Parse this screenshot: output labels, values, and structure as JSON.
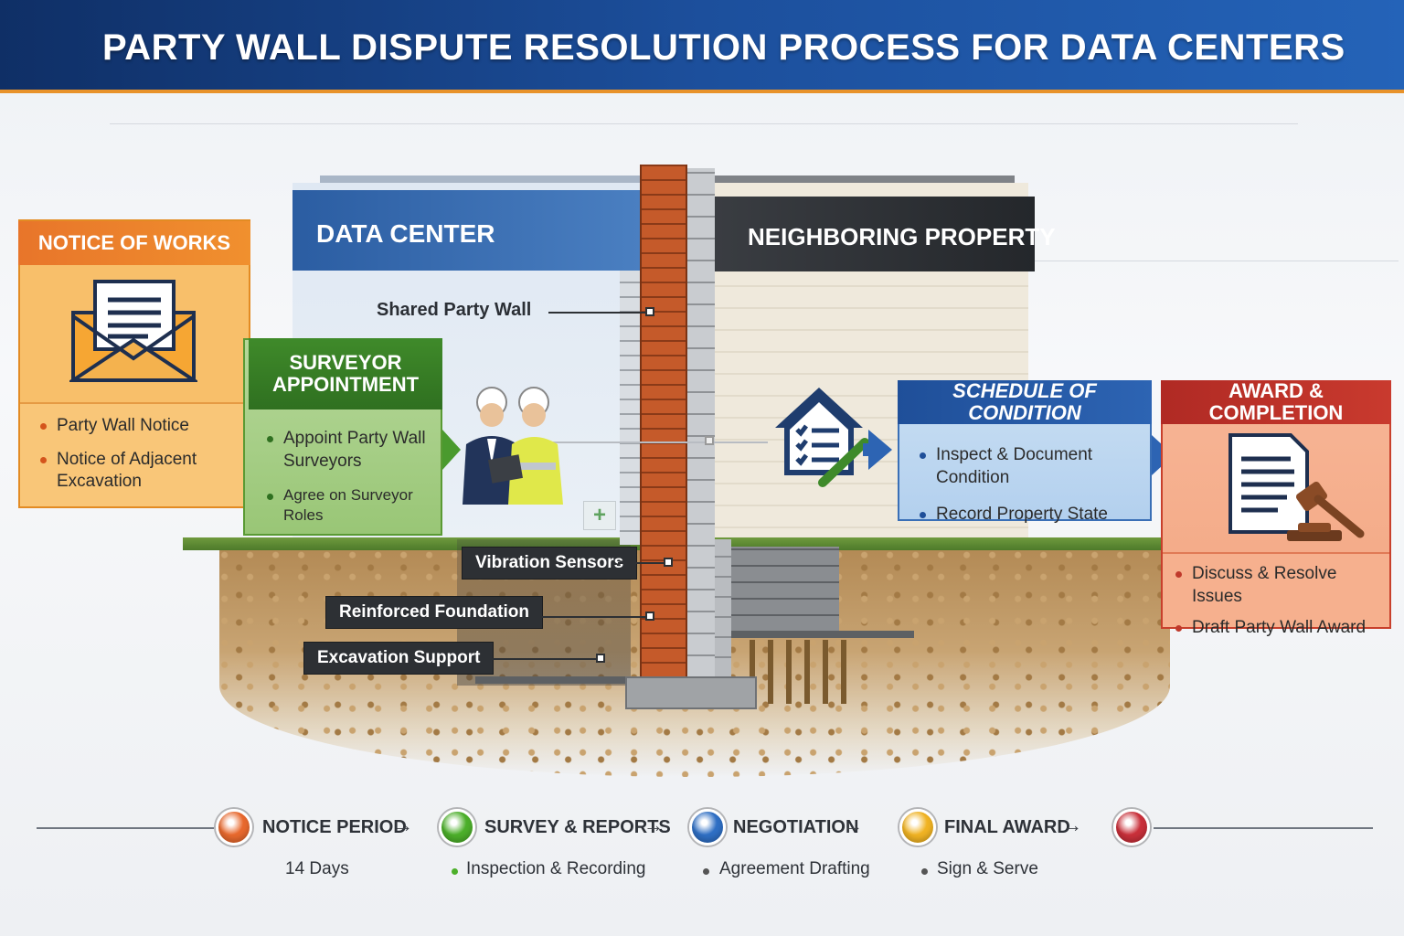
{
  "header": {
    "title": "PARTY WALL DISPUTE RESOLUTION PROCESS FOR DATA CENTERS"
  },
  "buildings": {
    "data_center": "DATA CENTER",
    "neighboring": "NEIGHBORING PROPERTY",
    "shared_wall": "Shared Party Wall"
  },
  "foundation_labels": {
    "vibration": "Vibration Sensors",
    "reinforced": "Reinforced Foundation",
    "excavation": "Excavation Support"
  },
  "notice_of_works": {
    "title": "NOTICE OF WORKS",
    "items": [
      "Party Wall Notice",
      "Notice of Adjacent Excavation"
    ]
  },
  "surveyor_appointment": {
    "title": "SURVEYOR APPOINTMENT",
    "items": [
      "Appoint Party Wall Surveyors",
      "Agree on Surveyor Roles"
    ]
  },
  "schedule_of_condition": {
    "title": "SCHEDULE OF CONDITION",
    "items": [
      "Inspect & Document Condition",
      "Record Property State"
    ]
  },
  "award_completion": {
    "title": "AWARD & COMPLETION",
    "items": [
      "Discuss & Resolve Issues",
      "Draft Party Wall Award"
    ]
  },
  "timeline": {
    "steps": [
      {
        "label": "NOTICE PERIOD",
        "sub": "14 Days",
        "color": "#e8692e"
      },
      {
        "label": "SURVEY & REPORTS",
        "sub": "Inspection & Recording",
        "color": "#4caf2a"
      },
      {
        "label": "NEGOTIATION",
        "sub": "Agreement Drafting",
        "color": "#2f6fc4"
      },
      {
        "label": "FINAL AWARD",
        "sub": "Sign & Serve",
        "color": "#f0b323"
      },
      {
        "label": "",
        "sub": "",
        "color": "#c9303a"
      }
    ]
  },
  "colors": {
    "header": "#1c4f9c",
    "notice": "#e8752a",
    "surveyor": "#3f8a2a",
    "schedule": "#1f4f99",
    "award": "#b02a24"
  }
}
